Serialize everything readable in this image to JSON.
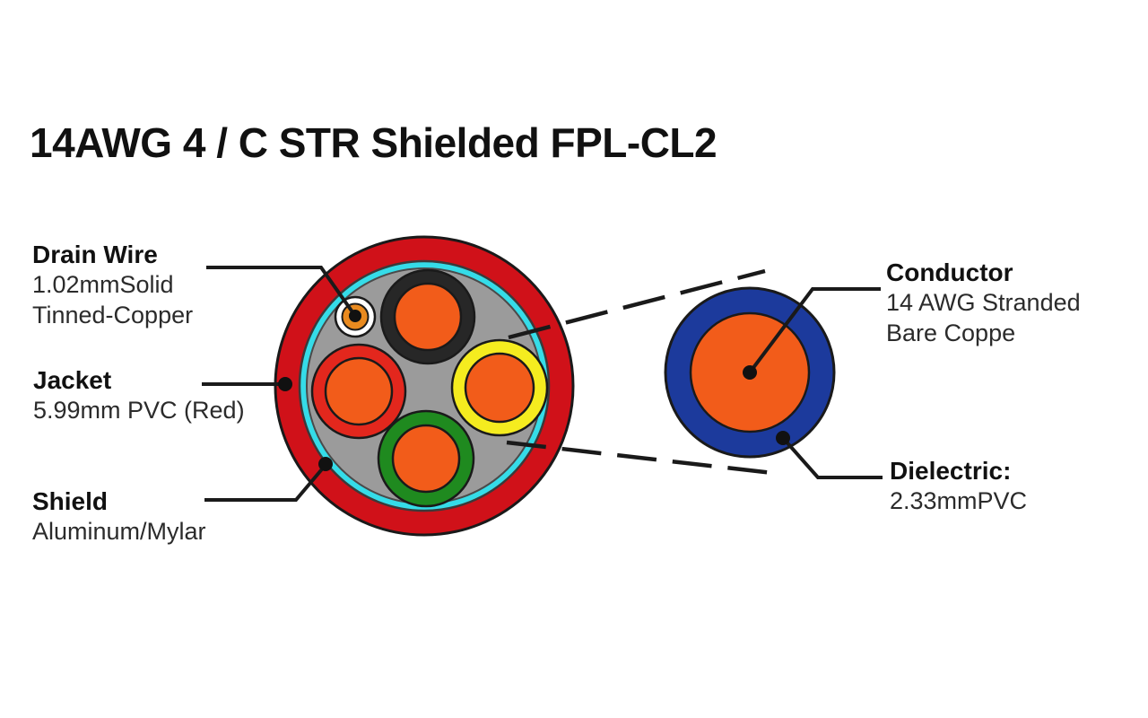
{
  "title": "14AWG 4 / C STR Shielded FPL-CL2",
  "callouts": {
    "drain_wire": {
      "title": "Drain Wire",
      "line1": "1.02mmSolid",
      "line2": "Tinned-Copper"
    },
    "jacket": {
      "title": "Jacket",
      "line1": "5.99mm PVC (Red)"
    },
    "shield": {
      "title": "Shield",
      "line1": "Aluminum/Mylar"
    },
    "conductor": {
      "title": "Conductor",
      "line1": "14 AWG Stranded",
      "line2": "Bare Coppe"
    },
    "dielectric": {
      "title": "Dielectric:",
      "line1": "2.33mmPVC"
    }
  },
  "colors": {
    "jacket_red": "#d01119",
    "shield_cyan": "#35dce8",
    "filler_gray": "#9b9b9b",
    "insulation_black": "#272727",
    "insulation_red": "#e3271d",
    "insulation_yellow": "#f5ec1f",
    "insulation_green": "#1f8a1f",
    "conductor_orange": "#f25c1a",
    "drain_wire_orange": "#e98a1f",
    "drain_wire_white": "#ffffff",
    "dielectric_blue": "#1c3a9c",
    "line_black": "#1a1a1a",
    "background": "#ffffff"
  }
}
